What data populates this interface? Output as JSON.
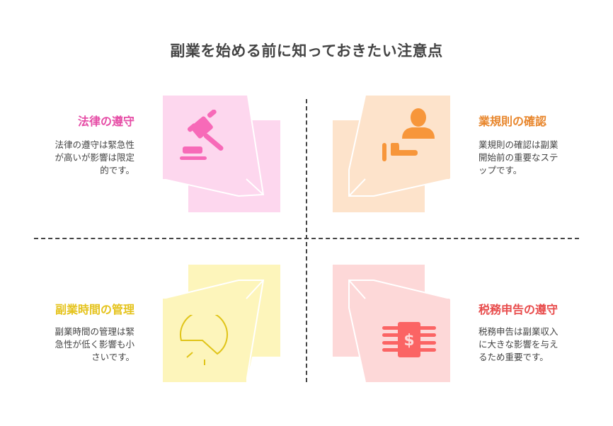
{
  "title": "副業を始める前に知っておきたい注意点",
  "colors": {
    "legal": "#e64da6",
    "rules": "#e8862c",
    "time": "#e5c31c",
    "tax": "#e84c4c",
    "divider": "#444444",
    "text": "#444444"
  },
  "quadrants": [
    {
      "id": "legal",
      "position": "top-left",
      "heading": "法律の遵守",
      "description_lines": [
        "法律の遵守は緊急性",
        "が高いが影響は限定",
        "的です。"
      ],
      "icon": "gavel-icon",
      "fill": "#fdd7ee",
      "icon_color": "#f76ab8"
    },
    {
      "id": "rules",
      "position": "top-right",
      "heading": "業規則の確認",
      "description_lines": [
        "業規則の確認は副業",
        "開始前の重要なステ",
        "ップです。"
      ],
      "icon": "person-hand-icon",
      "fill": "#fde3cb",
      "icon_color": "#f7963a"
    },
    {
      "id": "time",
      "position": "bottom-left",
      "heading": "副業時間の管理",
      "description_lines": [
        "副業時間の管理は緊",
        "急性が低く影響も小",
        "さいです。"
      ],
      "icon": "clock-pie-icon",
      "fill": "#fdf5bb",
      "icon_color": "#e0c418"
    },
    {
      "id": "tax",
      "position": "bottom-right",
      "heading": "税務申告の遵守",
      "description_lines": [
        "税務申告は副業収入",
        "に大きな影響を与え",
        "るため重要です。"
      ],
      "icon": "dollar-chip-icon",
      "fill": "#fdd8d8",
      "icon_color": "#fb6464"
    }
  ]
}
